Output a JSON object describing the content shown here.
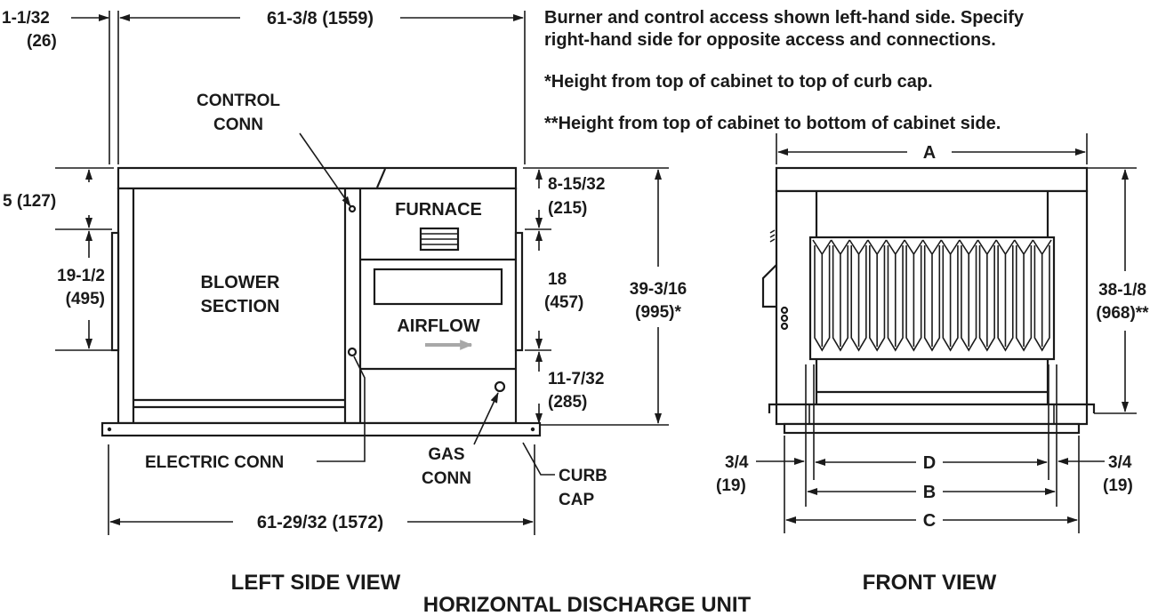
{
  "notes": {
    "line1": "Burner and control access shown left-hand side. Specify",
    "line2": "right-hand side for opposite access and connections.",
    "line3": "*Height from top of cabinet to top of curb cap.",
    "line4": "**Height from top of cabinet to bottom of cabinet side."
  },
  "left_view": {
    "dim_top_offset_a": "1-1/32",
    "dim_top_offset_b": "(26)",
    "dim_top_width": "61-3/8 (1559)",
    "dim_5": "5 (127)",
    "dim_19_a": "19-1/2",
    "dim_19_b": "(495)",
    "dim_8_a": "8-15/32",
    "dim_8_b": "(215)",
    "dim_18_a": "18",
    "dim_18_b": "(457)",
    "dim_11_a": "11-7/32",
    "dim_11_b": "(285)",
    "dim_39_a": "39-3/16",
    "dim_39_b": "(995)*",
    "dim_bottom_width": "61-29/32 (1572)",
    "control_conn_a": "CONTROL",
    "control_conn_b": "CONN",
    "furnace": "FURNACE",
    "blower_a": "BLOWER",
    "blower_b": "SECTION",
    "airflow": "AIRFLOW",
    "electric_conn": "ELECTRIC CONN",
    "gas_conn_a": "GAS",
    "gas_conn_b": "CONN",
    "curb_cap_a": "CURB",
    "curb_cap_b": "CAP",
    "caption": "LEFT SIDE VIEW"
  },
  "front_view": {
    "dim_A": "A",
    "dim_38_a": "38-1/8",
    "dim_38_b": "(968)**",
    "dim_34_left_a": "3/4",
    "dim_34_left_b": "(19)",
    "dim_34_right_a": "3/4",
    "dim_34_right_b": "(19)",
    "dim_D": "D",
    "dim_B": "B",
    "dim_C": "C",
    "caption": "FRONT VIEW"
  },
  "title": "HORIZONTAL DISCHARGE UNIT"
}
